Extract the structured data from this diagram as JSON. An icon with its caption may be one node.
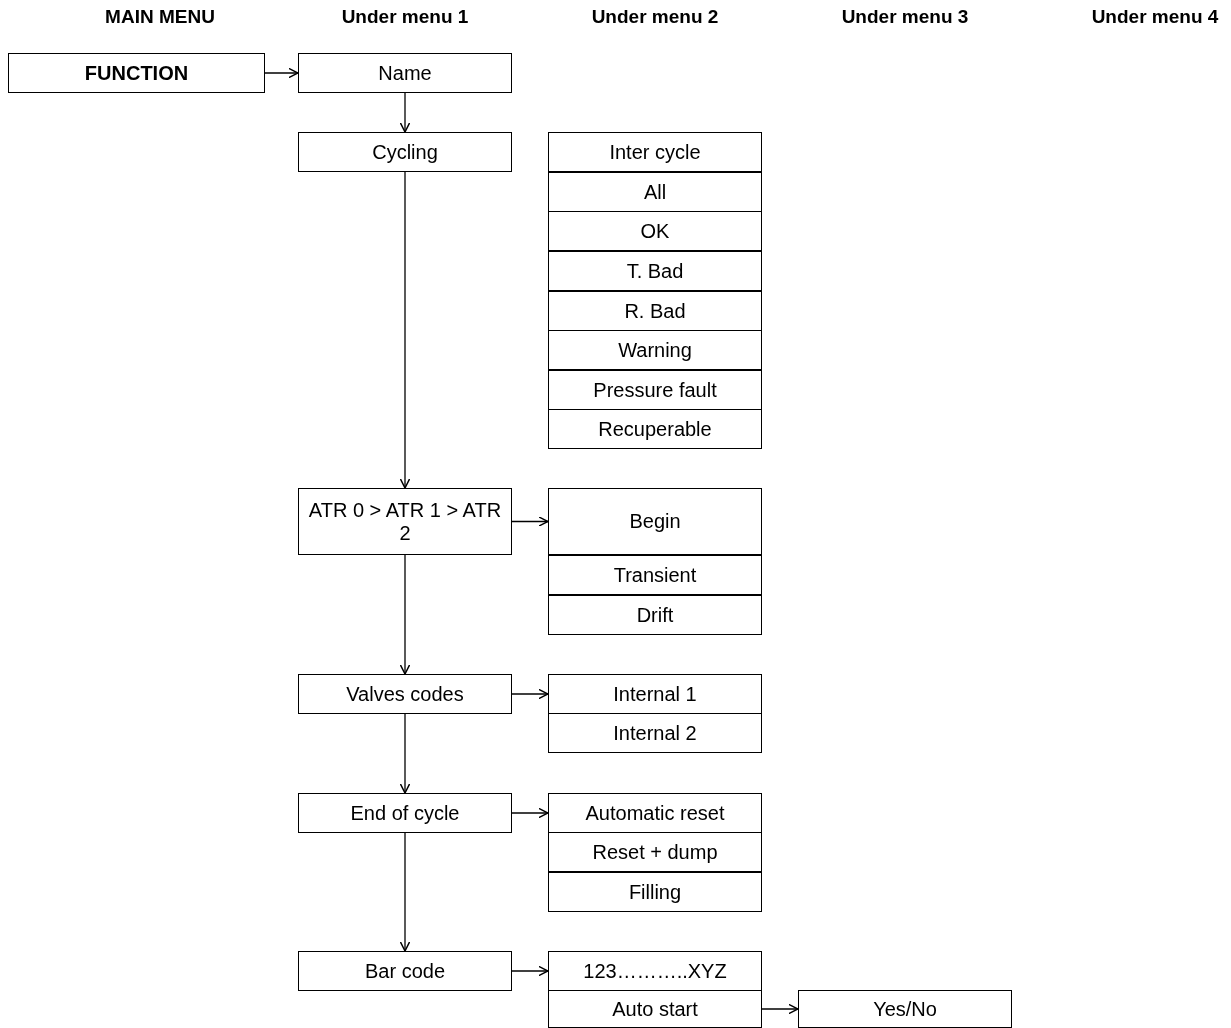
{
  "diagram": {
    "nodes": [
      {
        "text": [
          "FUNCTION"
        ]
      },
      {
        "text": [
          "Name"
        ]
      },
      {
        "text": [
          "Cycling"
        ]
      },
      {
        "text": [
          "Inter cycle"
        ]
      },
      {
        "text": [
          "All"
        ]
      },
      {
        "text": [
          "OK"
        ]
      },
      {
        "text": [
          "T. Bad"
        ]
      },
      {
        "text": [
          "R. Bad"
        ]
      },
      {
        "text": [
          "Warning"
        ]
      },
      {
        "text": [
          "Pressure fault"
        ]
      },
      {
        "text": [
          "Recuperable"
        ]
      },
      {
        "text": [
          "ATR 0 > ATR 1 > ATR 2"
        ]
      },
      {
        "text": [
          "Begin"
        ]
      },
      {
        "text": [
          "Transient"
        ]
      },
      {
        "text": [
          "Drift"
        ]
      },
      {
        "text": [
          "Valves codes"
        ]
      },
      {
        "text": [
          "Internal 1"
        ]
      },
      {
        "text": [
          "Internal 2"
        ]
      },
      {
        "text": [
          "End of cycle"
        ]
      },
      {
        "text": [
          "Automatic reset"
        ]
      },
      {
        "text": [
          "Reset + dump"
        ]
      },
      {
        "text": [
          "Filling"
        ]
      },
      {
        "text": [
          "Bar code"
        ]
      },
      {
        "text": [
          "123………..XYZ"
        ]
      },
      {
        "text": [
          "Auto start"
        ]
      },
      {
        "text": [
          "Yes/No"
        ]
      }
    ],
    "edges": [
      {
        "from": 0,
        "to": 1,
        "arrow": "to"
      },
      {
        "from": 1,
        "to": 2,
        "arrow": "to"
      },
      {
        "from": 2,
        "to": 11,
        "arrow": "to"
      },
      {
        "from": 11,
        "to": 12,
        "arrow": "to"
      },
      {
        "from": 11,
        "to": 15,
        "arrow": "to"
      },
      {
        "from": 15,
        "to": 16,
        "arrow": "to"
      },
      {
        "from": 15,
        "to": 18,
        "arrow": "to"
      },
      {
        "from": 18,
        "to": 19,
        "arrow": "to"
      },
      {
        "from": 18,
        "to": 22,
        "arrow": "to"
      },
      {
        "from": 22,
        "to": 23,
        "arrow": "to"
      },
      {
        "from": 24,
        "to": 25,
        "arrow": "to"
      }
    ],
    "labels": [
      "MAIN MENU",
      "Under menu 1",
      "Under menu 2",
      "Under menu 3",
      "Under menu 4"
    ]
  }
}
